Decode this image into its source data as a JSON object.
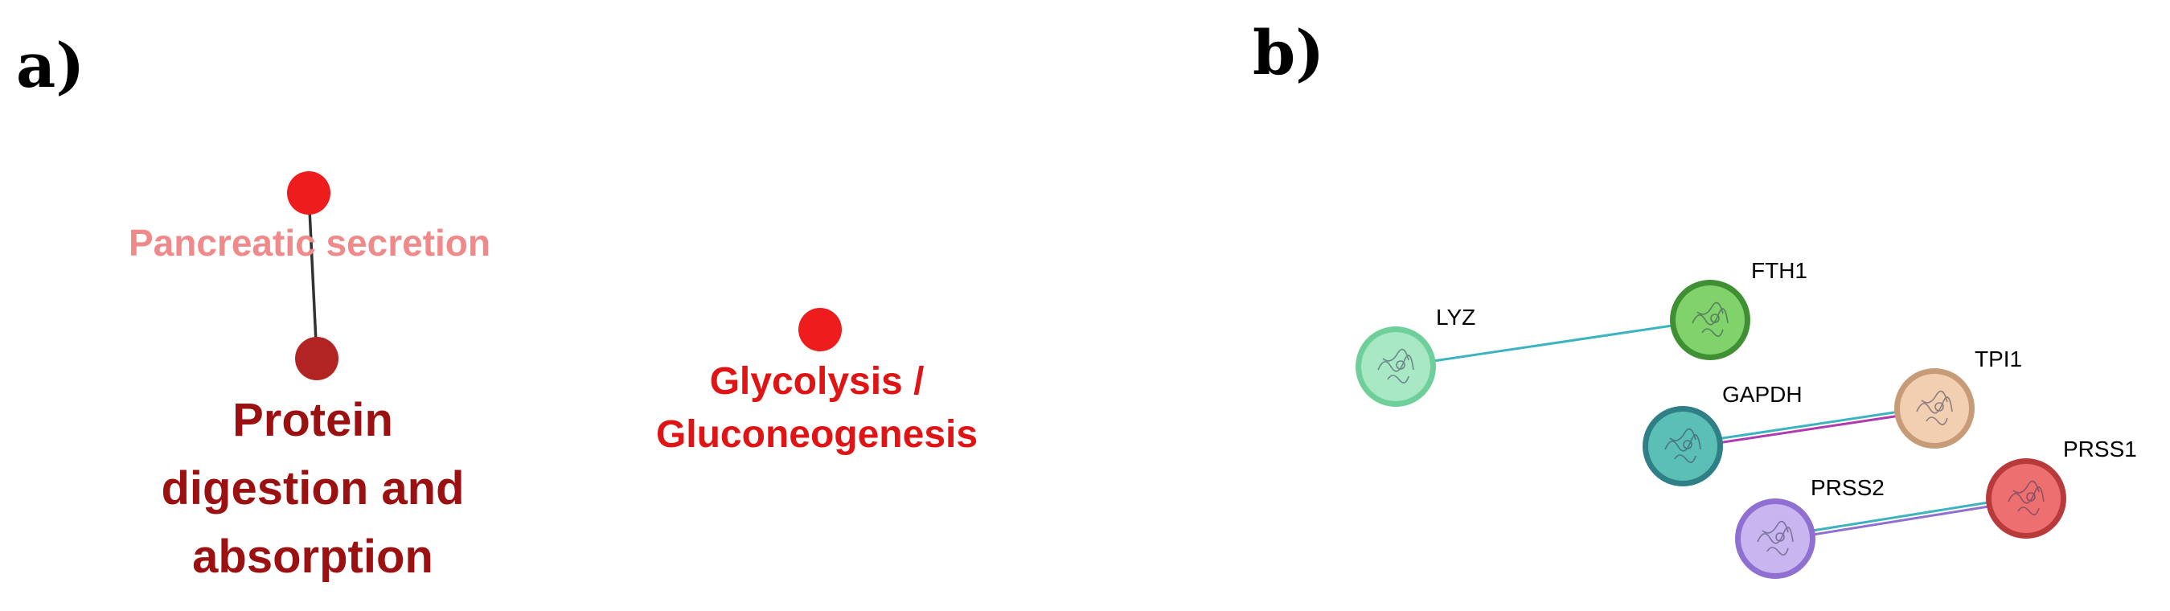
{
  "panels": {
    "a": {
      "label": "a)",
      "nodes": [
        {
          "id": "pancreatic",
          "label_lines": [
            "Pancreatic secretion"
          ],
          "node_color": "#ee1c1c",
          "label_color": "#f08a8a"
        },
        {
          "id": "protein",
          "label_lines": [
            "Protein",
            "digestion and",
            "absorption"
          ],
          "node_color": "#b22424",
          "label_color": "#9b1111"
        },
        {
          "id": "glycolysis",
          "label_lines": [
            "Glycolysis /",
            "Gluconeogenesis"
          ],
          "node_color": "#ee1c1c",
          "label_color": "#e01414"
        }
      ],
      "edges": [
        {
          "from": "pancreatic",
          "to": "protein",
          "color": "#333333"
        }
      ]
    },
    "b": {
      "label": "b)",
      "nodes": [
        {
          "id": "LYZ",
          "label": "LYZ",
          "fill": "#a8e8c4",
          "ring": "#6fcf9a",
          "icon": "protein-structure-icon"
        },
        {
          "id": "FTH1",
          "label": "FTH1",
          "fill": "#7fd36a",
          "ring": "#3f8f33",
          "icon": "protein-structure-icon"
        },
        {
          "id": "GAPDH",
          "label": "GAPDH",
          "fill": "#5bbfb6",
          "ring": "#2e7f86",
          "icon": "protein-structure-icon"
        },
        {
          "id": "TPI1",
          "label": "TPI1",
          "fill": "#f1cfb0",
          "ring": "#c79b78",
          "icon": "protein-structure-icon"
        },
        {
          "id": "PRSS2",
          "label": "PRSS2",
          "fill": "#c9b6f0",
          "ring": "#8f6fd0",
          "icon": "protein-structure-icon"
        },
        {
          "id": "PRSS1",
          "label": "PRSS1",
          "fill": "#ee6f6f",
          "ring": "#b83a3a",
          "icon": "protein-structure-icon"
        }
      ],
      "edges": [
        {
          "from": "LYZ",
          "to": "FTH1",
          "colors": [
            "#3bb4c0"
          ]
        },
        {
          "from": "GAPDH",
          "to": "TPI1",
          "colors": [
            "#3bb4c0",
            "#b03ab0"
          ]
        },
        {
          "from": "PRSS2",
          "to": "PRSS1",
          "colors": [
            "#3bb4c0",
            "#8f6fd0"
          ]
        }
      ]
    }
  }
}
